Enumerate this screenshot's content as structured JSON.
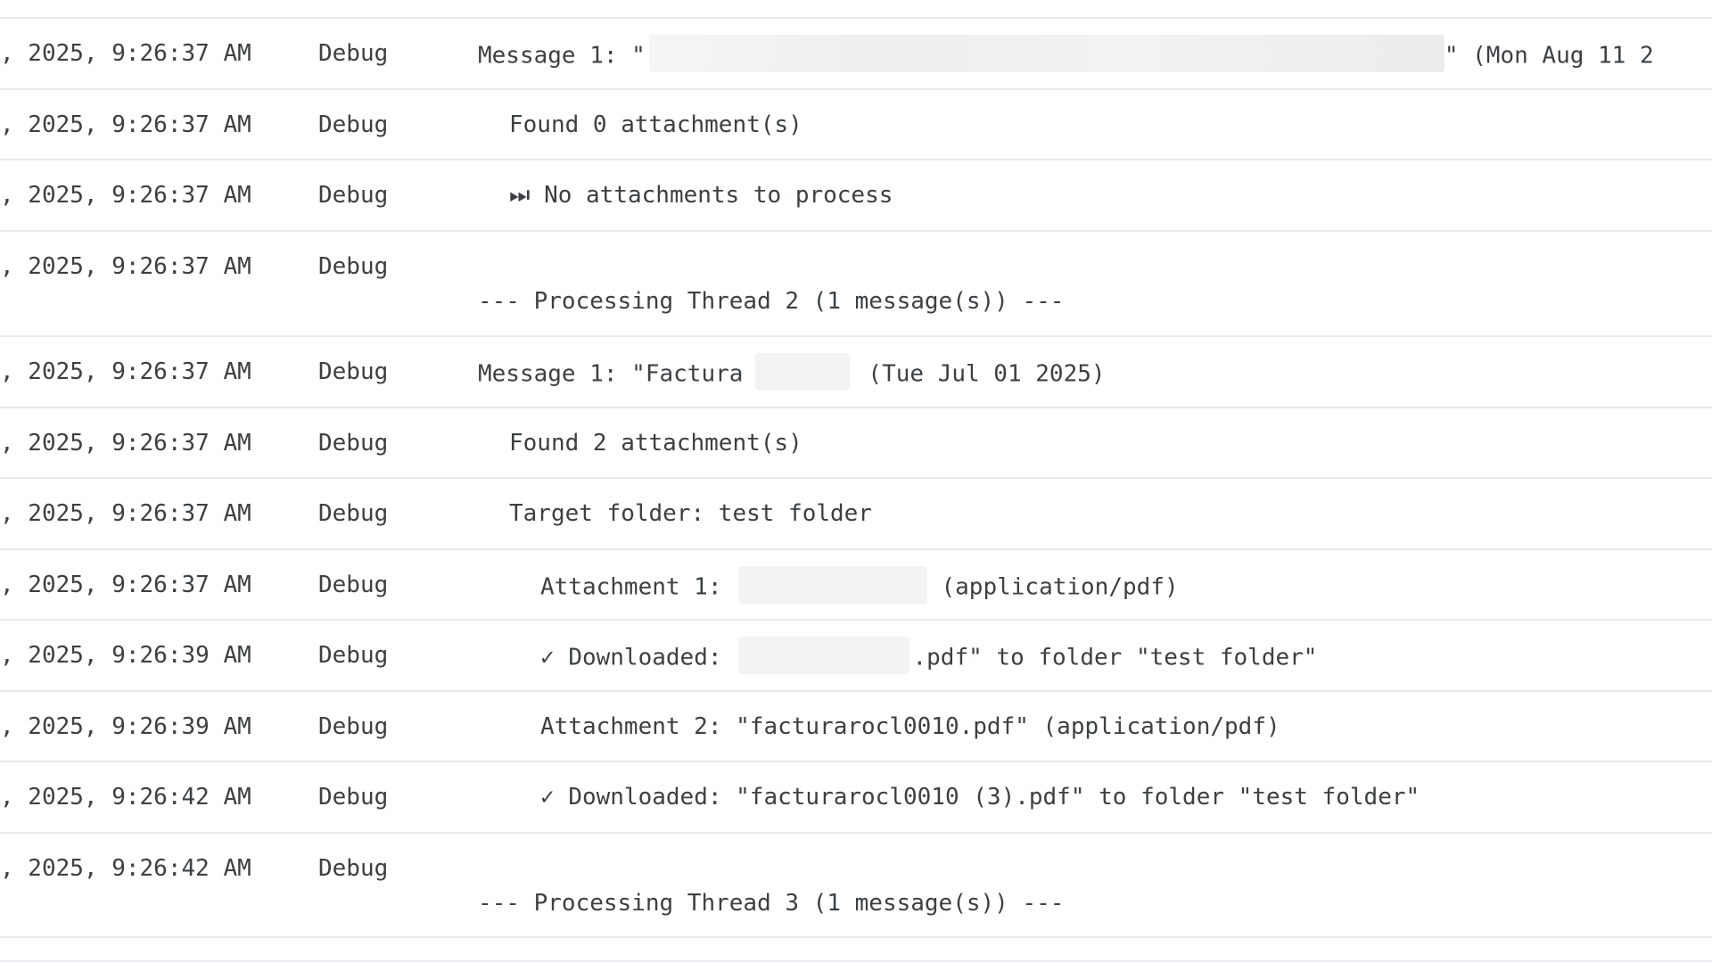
{
  "log": {
    "rows": [
      {
        "time": ", 2025, 9:26:37 AM",
        "level": "Debug",
        "pre": "Message 1: \"",
        "post": "\" (Mon Aug 11 2"
      },
      {
        "time": ", 2025, 9:26:37 AM",
        "level": "Debug",
        "msg": "Found 0 attachment(s)"
      },
      {
        "time": ", 2025, 9:26:37 AM",
        "level": "Debug",
        "icon": "⏭",
        "msg": "No attachments to process"
      },
      {
        "time": ", 2025, 9:26:37 AM",
        "level": "Debug",
        "msg": "--- Processing Thread 2 (1 message(s)) ---"
      },
      {
        "time": ", 2025, 9:26:37 AM",
        "level": "Debug",
        "pre": "Message 1: \"Factura",
        "post": "(Tue Jul 01 2025)"
      },
      {
        "time": ", 2025, 9:26:37 AM",
        "level": "Debug",
        "msg": "Found 2 attachment(s)"
      },
      {
        "time": ", 2025, 9:26:37 AM",
        "level": "Debug",
        "msg": "Target folder: test folder"
      },
      {
        "time": ", 2025, 9:26:37 AM",
        "level": "Debug",
        "pre": "Attachment 1:",
        "post": "(application/pdf)"
      },
      {
        "time": ", 2025, 9:26:39 AM",
        "level": "Debug",
        "icon": "✓",
        "pre": "Downloaded:",
        "post": ".pdf\" to folder \"test folder\""
      },
      {
        "time": ", 2025, 9:26:39 AM",
        "level": "Debug",
        "msg": "Attachment 2: \"facturarocl0010.pdf\" (application/pdf)"
      },
      {
        "time": ", 2025, 9:26:42 AM",
        "level": "Debug",
        "icon": "✓",
        "msg": "Downloaded: \"facturarocl0010 (3).pdf\" to folder \"test folder\""
      },
      {
        "time": ", 2025, 9:26:42 AM",
        "level": "Debug",
        "msg": "--- Processing Thread 3 (1 message(s)) ---"
      }
    ]
  }
}
